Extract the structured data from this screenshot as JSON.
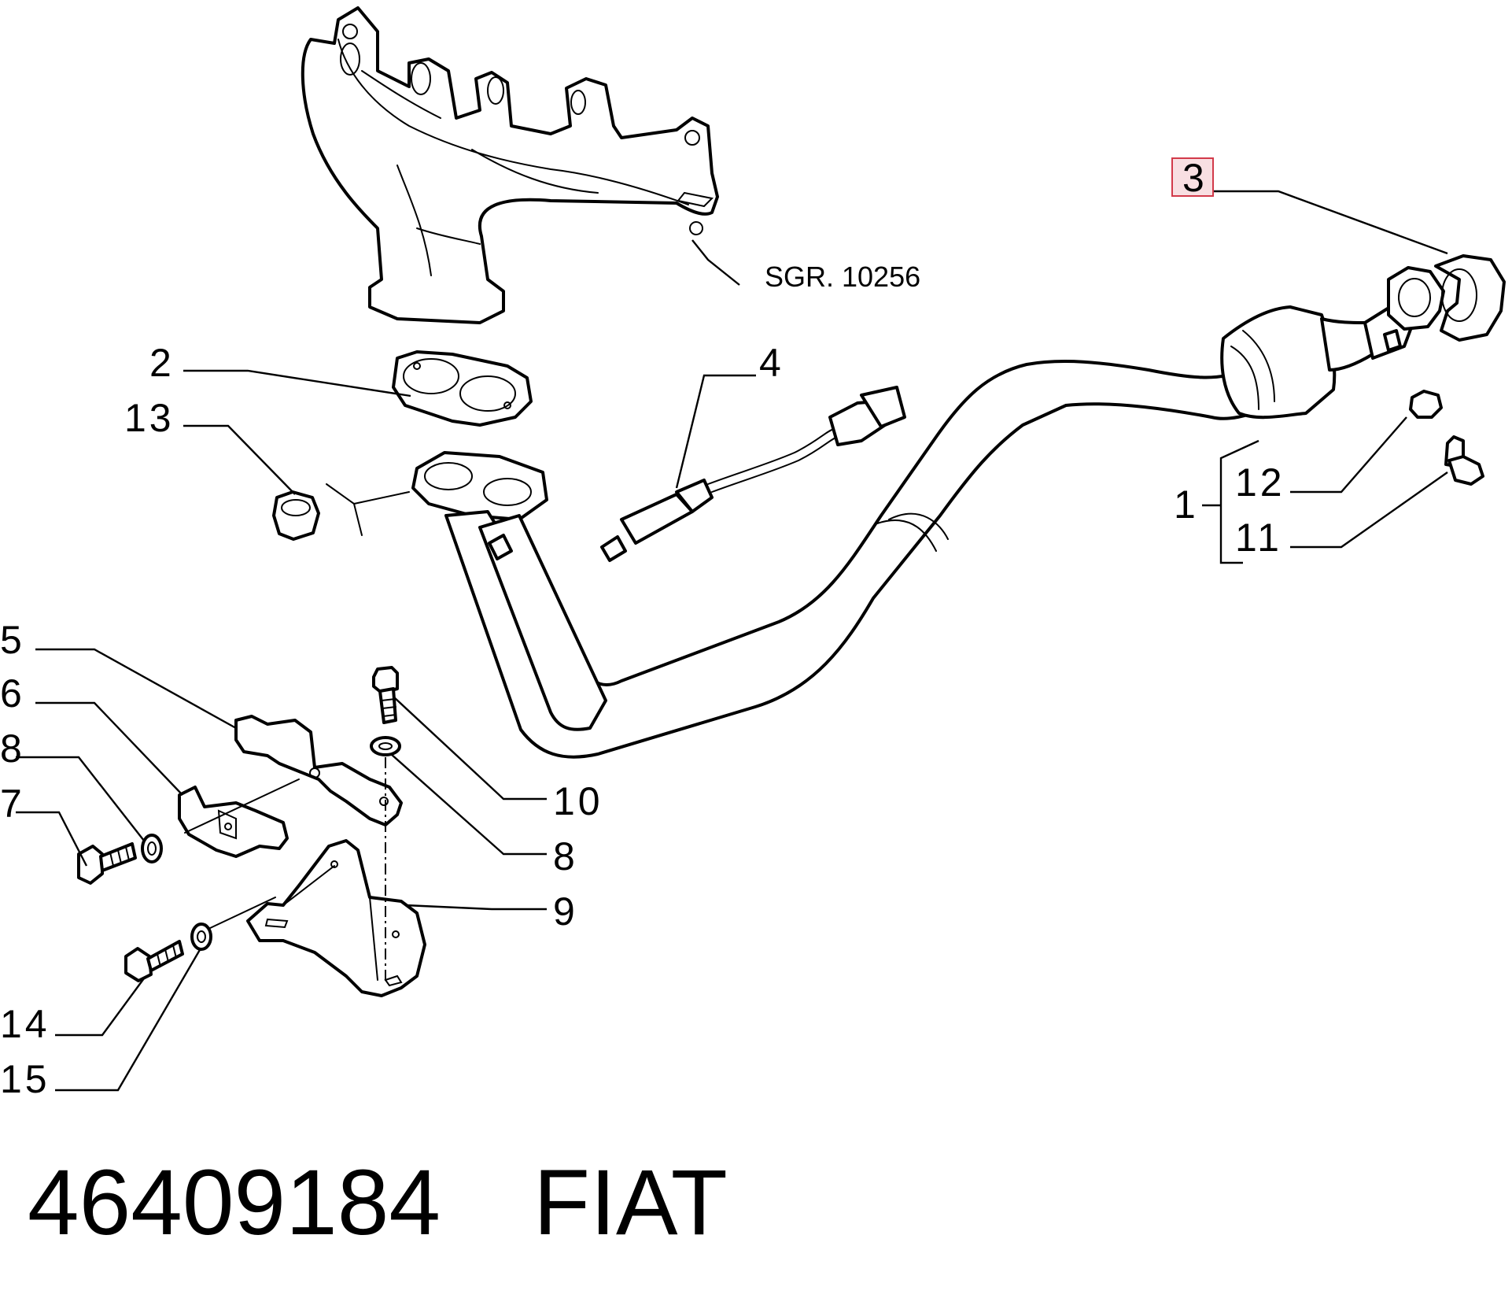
{
  "reference_note": "SGR. 10256",
  "highlighted_callout": "3",
  "highlight_colors": {
    "fill": "#f8dfe2",
    "border": "#d23a4a"
  },
  "callouts": {
    "c1": "1",
    "c2": "2",
    "c3": "3",
    "c4": "4",
    "c5": "5",
    "c6": "6",
    "c7": "7",
    "c8a": "8",
    "c8b": "8",
    "c9": "9",
    "c10": "10",
    "c11": "11",
    "c12": "12",
    "c13": "13",
    "c14": "14",
    "c15": "15"
  },
  "footer": {
    "part_number": "46409184",
    "brand": "FIAT"
  }
}
